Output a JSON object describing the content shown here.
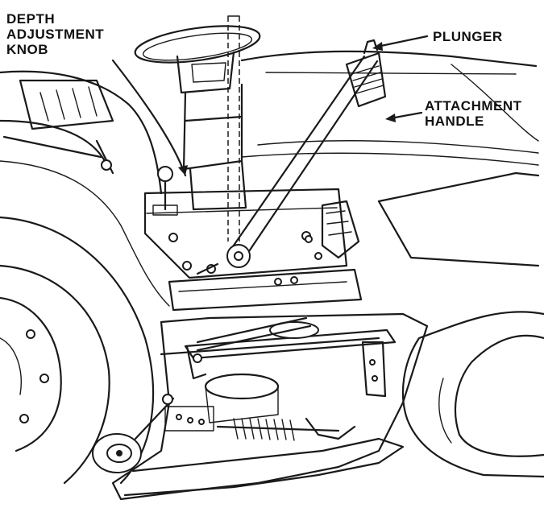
{
  "labels": {
    "depth_line1": "DEPTH",
    "depth_line2": "ADJUSTMENT",
    "depth_line3": "KNOB",
    "plunger": "PLUNGER",
    "attachment_line1": "ATTACHMENT",
    "attachment_line2": "HANDLE"
  },
  "colors": {
    "ink": "#1a1a1a",
    "background": "#ffffff"
  }
}
